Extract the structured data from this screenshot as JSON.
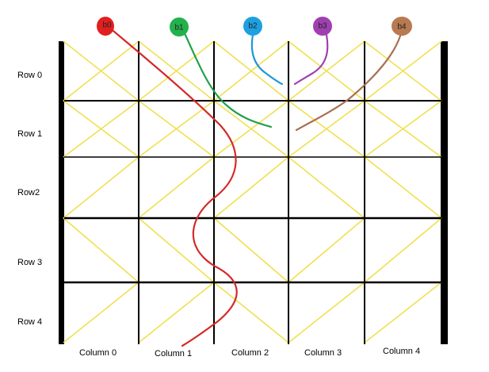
{
  "row_labels": [
    "Row 0",
    "Row 1",
    "Row2",
    "Row 3",
    "Row 4"
  ],
  "column_labels": [
    "Column 0",
    "Column 1",
    "Column 2",
    "Column 3",
    "Column 4"
  ],
  "balls": [
    {
      "label": "b0",
      "color": "#e02020",
      "path_color": "#d42a2a"
    },
    {
      "label": "b1",
      "color": "#22b14c",
      "path_color": "#22a04a"
    },
    {
      "label": "b2",
      "color": "#1ea0e0",
      "path_color": "#1e98d8"
    },
    {
      "label": "b3",
      "color": "#a040b0",
      "path_color": "#a040b0"
    },
    {
      "label": "b4",
      "color": "#b87a50",
      "path_color": "#a87050"
    }
  ],
  "colors": {
    "grid": "#000000",
    "diagonal": "#f0e050",
    "wall": "#000000",
    "background": "#ffffff"
  }
}
